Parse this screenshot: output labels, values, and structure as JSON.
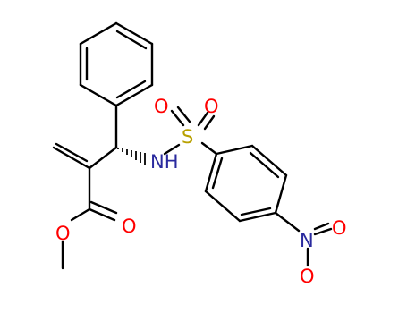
{
  "molecule": {
    "colors": {
      "bond": "#000000",
      "oxygen": "#ff0000",
      "nitrogen": "#2a2a9e",
      "sulfur": "#b8a000"
    },
    "labels": {
      "nh": "NH",
      "s": "S",
      "o_sulfonyl_1": "O",
      "o_sulfonyl_2": "O",
      "o_ester_carbonyl": "O",
      "o_ester_ether": "O",
      "n_nitro": "N",
      "o_nitro_1": "O",
      "o_nitro_2": "O"
    }
  }
}
